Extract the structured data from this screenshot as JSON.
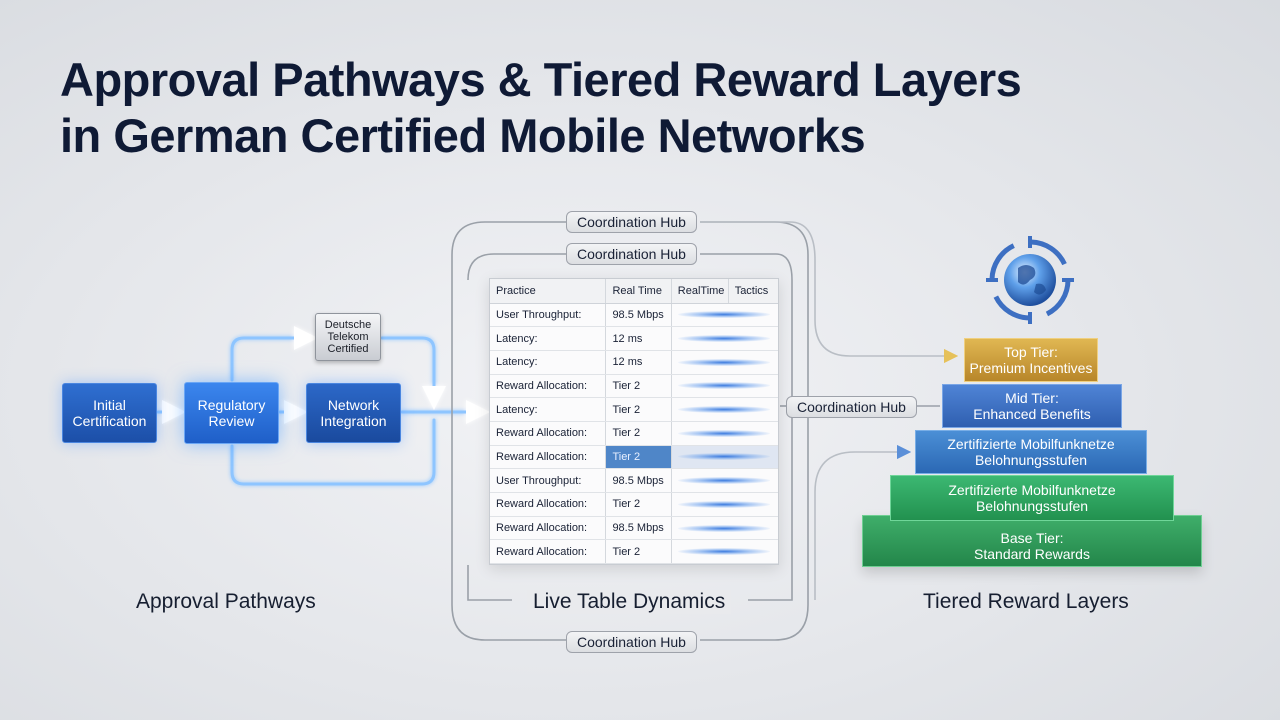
{
  "title": {
    "line1": "Approval Pathways & Tiered Reward Layers",
    "line2": "in German Certified Mobile Networks"
  },
  "approval": {
    "label": "Approval Pathways",
    "initial": [
      "Initial",
      "Certification"
    ],
    "regulatory": [
      "Regulatory",
      "Review"
    ],
    "network": [
      "Network",
      "Integration"
    ],
    "badge": [
      "Deutsche",
      "Telekom",
      "Certified"
    ]
  },
  "hubs": [
    "Coordination Hub",
    "Coordination Hub",
    "Coordination Hub",
    "Coordination Hub"
  ],
  "table": {
    "label": "Live Table Dynamics",
    "headers": [
      "Practice",
      "Real Time",
      "RealTime",
      "Tactics"
    ],
    "rows": [
      [
        "User Throughput:",
        "98.5 Mbps"
      ],
      [
        "Latency:",
        "12 ms"
      ],
      [
        "Latency:",
        "12 ms"
      ],
      [
        "Reward Allocation:",
        "Tier 2"
      ],
      [
        "Latency:",
        "Tier 2"
      ],
      [
        "Reward Allocation:",
        "Tier 2"
      ],
      [
        "Reward Allocation:",
        "Tier 2"
      ],
      [
        "User Throughput:",
        "98.5 Mbps"
      ],
      [
        "Reward Allocation:",
        "Tier 2"
      ],
      [
        "Reward Allocation:",
        "98.5 Mbps"
      ],
      [
        "Reward Allocation:",
        "Tier 2"
      ]
    ]
  },
  "tiers": {
    "label": "Tiered Reward Layers",
    "top": [
      "Top Tier:",
      "Premium Incentives"
    ],
    "mid": [
      "Mid Tier:",
      "Enhanced Benefits"
    ],
    "z1": [
      "Zertifizierte Mobilfunknetze",
      "Belohnungsstufen"
    ],
    "z2": [
      "Zertifizierte Mobilfunknetze",
      "Belohnungsstufen"
    ],
    "base": [
      "Base Tier:",
      "Standard Rewards"
    ]
  },
  "colors": {
    "title": "#0f1a35",
    "flow_blue": "#2f6fd1",
    "top_tier": "#d4a640",
    "mid_tier": "#3f72c4",
    "green_tier": "#2f9e5c"
  }
}
